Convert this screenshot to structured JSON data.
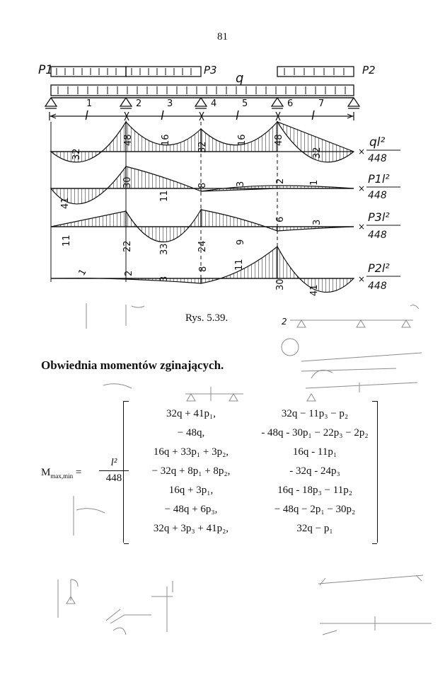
{
  "page_number": "81",
  "figure": {
    "loads": {
      "p1": "P1",
      "p3": "P3",
      "q": "q",
      "p2": "P2"
    },
    "span_numbers": [
      "1",
      "2",
      "3",
      "4",
      "5",
      "6",
      "7"
    ],
    "span_length": "l",
    "diagrams": [
      {
        "values": [
          "32",
          "48",
          "16",
          "32",
          "16",
          "48",
          "32"
        ],
        "factor": "ql²",
        "denominator": "448"
      },
      {
        "values": [
          "41",
          "30",
          "11",
          "8",
          "3",
          "2",
          "1"
        ],
        "factor": "P1l²",
        "denominator": "448"
      },
      {
        "values": [
          "11",
          "22",
          "33",
          "24",
          "9",
          "6",
          "3"
        ],
        "factor": "P3l²",
        "denominator": "448"
      },
      {
        "values": [
          "1",
          "2",
          "3",
          "8",
          "11",
          "30",
          "41"
        ],
        "factor": "P2l²",
        "denominator": "448"
      }
    ],
    "multiply_sign": "×"
  },
  "caption": "Rys. 5.39.",
  "section_title": "Obwiednia momentów zginających.",
  "envelope": {
    "label": "M",
    "label_sub": "max,min",
    "equals": "=",
    "frac_num": "l²",
    "frac_den": "448",
    "rows": [
      {
        "max": "32q + 41p₁,",
        "min": "32q − 11p₃ − p₂"
      },
      {
        "max": "− 48q,",
        "min": "- 48q - 30p₁ − 22p₃ − 2p₂"
      },
      {
        "max": "16q + 33p₁ + 3p₂,",
        "min": "16q - 11p₁"
      },
      {
        "max": "− 32q + 8p₁ + 8p₂,",
        "min": "- 32q - 24p₃"
      },
      {
        "max": "16q + 3p₁,",
        "min": "16q - 18p₃ − 11p₂"
      },
      {
        "max": "− 48q + 6p₃,",
        "min": "− 48q − 2p₁ − 30p₂"
      },
      {
        "max": "32q + 3p₃ + 41p₂,",
        "min": "32q − p₁"
      }
    ]
  }
}
